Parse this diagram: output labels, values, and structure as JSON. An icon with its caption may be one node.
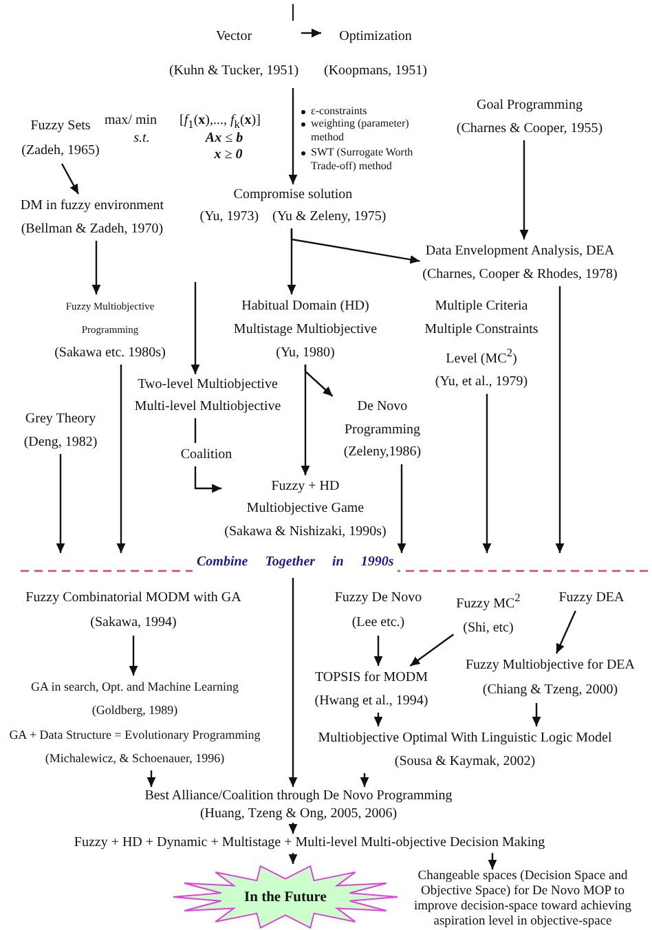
{
  "diagram": {
    "nodes": [
      {
        "text": [
          "Vector",
          "(Kuhn & Tucker, 1951)"
        ]
      },
      {
        "text": [
          "Optimization",
          "(Koopmans, 1951)"
        ]
      },
      {
        "text": [
          "Fuzzy Sets",
          "(Zadeh, 1965)"
        ]
      },
      {
        "text": [
          "Goal Programming",
          "(Charnes & Cooper, 1955)"
        ]
      },
      {
        "text": [
          "DM in fuzzy environment",
          "(Bellman & Zadeh, 1970)"
        ]
      },
      {
        "text": [
          "Compromise solution",
          "(Yu, 1973)",
          "(Yu & Zeleny, 1975)"
        ]
      },
      {
        "text": [
          "Data Envelopment Analysis, DEA",
          "(Charnes, Cooper & Rhodes, 1978)"
        ]
      },
      {
        "text": [
          "Fuzzy Multiobjective Programming",
          "(Sakawa etc. 1980s)"
        ]
      },
      {
        "text": [
          "Habitual Domain (HD)",
          "Multistage Multiobjective",
          "(Yu, 1980)"
        ]
      },
      {
        "text": [
          "Multiple Criteria Multiple Constraints Level (MC$^{2}$)",
          "(Yu, et al., 1979)"
        ]
      },
      {
        "text": [
          "Grey Theory",
          "(Deng, 1982)"
        ]
      },
      {
        "text": [
          "Two-level Multiobjective",
          "Multi-level Multiobjective"
        ]
      },
      {
        "text": [
          "Coalition"
        ]
      },
      {
        "text": [
          "De Novo Programming",
          "(Zeleny,1986)"
        ]
      },
      {
        "text": [
          "Fuzzy + HD",
          "Multiobjective Game",
          "(Sakawa & Nishizaki, 1990s)"
        ]
      },
      {
        "text": [
          "Combine Together in 1990s"
        ]
      },
      {
        "text": [
          "Fuzzy Combinatorial MODM with GA",
          "(Sakawa, 1994)"
        ]
      },
      {
        "text": [
          "Fuzzy De Novo",
          "(Lee etc.)"
        ]
      },
      {
        "text": [
          "Fuzzy MC$^{2}$",
          "(Shi, etc)"
        ]
      },
      {
        "text": [
          "Fuzzy DEA"
        ]
      },
      {
        "text": [
          "GA in search, Opt. and Machine Learning",
          "(Goldberg, 1989)"
        ]
      },
      {
        "text": [
          "TOPSIS for MODM",
          "(Hwang et al., 1994)"
        ]
      },
      {
        "text": [
          "Fuzzy Multiobjective for DEA",
          "(Chiang & Tzeng, 2000)"
        ]
      },
      {
        "text": [
          "GA + Data Structure = Evolutionary Programming",
          "(Michalewicz, & Schoenauer, 1996)"
        ]
      },
      {
        "text": [
          "Multiobjective Optimal With Linguistic Logic Model",
          "(Sousa & Kaymak, 2002)"
        ]
      },
      {
        "text": [
          "Best Alliance/Coalition through De Novo Programming",
          "(Huang, Tzeng & Ong, 2005, 2006)"
        ]
      },
      {
        "text": [
          "Fuzzy + HD + Dynamic + Multistage + Multi-level Multi-objective Decision Making"
        ]
      },
      {
        "text": [
          "In the Future"
        ]
      },
      {
        "text": [
          "Changeable spaces (Decision Space and Objective Space) for De Novo MOP to improve decision-space toward achieving aspiration level in objective-space"
        ]
      }
    ],
    "edges": [
      {
        "from": 0,
        "to": 1,
        "arrow": "to"
      },
      {
        "from": 0,
        "to": 5,
        "arrow": "to"
      },
      {
        "from": 2,
        "to": 4,
        "arrow": "to"
      },
      {
        "from": 3,
        "to": 6,
        "arrow": "to"
      },
      {
        "from": 4,
        "to": 7,
        "arrow": "to"
      },
      {
        "from": 5,
        "to": 8,
        "arrow": "to"
      },
      {
        "from": 5,
        "to": 6,
        "arrow": "to"
      },
      {
        "from": null,
        "to": 11,
        "arrow": "to"
      },
      {
        "from": 8,
        "to": 13,
        "arrow": "to"
      },
      {
        "from": 8,
        "to": 14,
        "arrow": "to"
      },
      {
        "from": 11,
        "to": 12,
        "arrow": "none"
      },
      {
        "from": 12,
        "to": 14,
        "arrow": "to"
      },
      {
        "from": 10,
        "to": 15,
        "arrow": "to"
      },
      {
        "from": 7,
        "to": 15,
        "arrow": "to"
      },
      {
        "from": 13,
        "to": 15,
        "arrow": "to"
      },
      {
        "from": 9,
        "to": 15,
        "arrow": "to"
      },
      {
        "from": 6,
        "to": 15,
        "arrow": "to"
      },
      {
        "from": 15,
        "to": 25,
        "arrow": "to"
      },
      {
        "from": 16,
        "to": 20,
        "arrow": "to"
      },
      {
        "from": 17,
        "to": 21,
        "arrow": "to"
      },
      {
        "from": 18,
        "to": 21,
        "arrow": "to"
      },
      {
        "from": 19,
        "to": 22,
        "arrow": "to"
      },
      {
        "from": 21,
        "to": 24,
        "arrow": "to"
      },
      {
        "from": 22,
        "to": 24,
        "arrow": "to"
      },
      {
        "from": 23,
        "to": 25,
        "arrow": "to"
      },
      {
        "from": 24,
        "to": 25,
        "arrow": "to"
      },
      {
        "from": 25,
        "to": 26,
        "arrow": "to"
      },
      {
        "from": 26,
        "to": 27,
        "arrow": "to"
      },
      {
        "from": 26,
        "to": 28,
        "arrow": "to"
      }
    ],
    "labels": [
      "max/ min",
      "[*f*$_{1}$(**x**),..., *f*$_{k}$(**x**)]",
      "s.t.",
      "**Ax** ≤ **b**",
      "**x** ≥ **0**",
      "ε-constraints",
      "weighting (parameter) method",
      "SWT (Surrogate Worth Trade-off) method"
    ]
  }
}
